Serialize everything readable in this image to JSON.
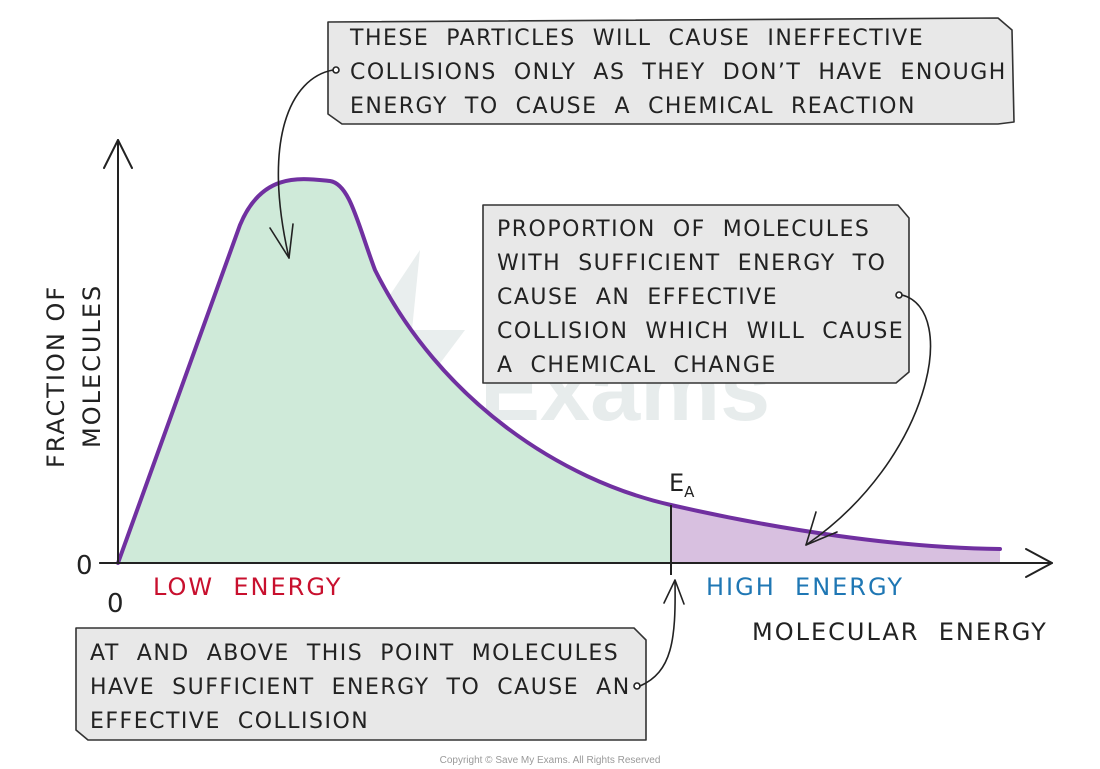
{
  "axes": {
    "y_label_line1": "FRACTION OF",
    "y_label_line2": "MOLECULES",
    "x_label": "MOLECULAR  ENERGY",
    "y_zero": "0",
    "x_zero": "0"
  },
  "threshold": {
    "label_main": "E",
    "label_sub": "A"
  },
  "regions": {
    "low_label": "LOW  ENERGY",
    "high_label": "HIGH  ENERGY",
    "low_color": "#cfead9",
    "high_color": "#d8c0e0",
    "curve_color": "#7030a0",
    "low_text_color": "#c8102e",
    "high_text_color": "#1f77b4"
  },
  "callouts": {
    "top": {
      "lines": [
        "THESE  PARTICLES  WILL  CAUSE  INEFFECTIVE",
        "COLLISIONS  ONLY  AS  THEY  DON’T  HAVE  ENOUGH",
        "ENERGY  TO  CAUSE  A  CHEMICAL  REACTION"
      ]
    },
    "right": {
      "lines": [
        "PROPORTION  OF  MOLECULES",
        "WITH  SUFFICIENT  ENERGY  TO",
        "CAUSE  AN  EFFECTIVE",
        "COLLISION  WHICH  WILL  CAUSE",
        "A  CHEMICAL  CHANGE"
      ]
    },
    "bottom": {
      "lines": [
        "AT  AND  ABOVE  THIS  POINT  MOLECULES",
        "HAVE  SUFFICIENT  ENERGY  TO  CAUSE  AN",
        "EFFECTIVE  COLLISION"
      ]
    }
  },
  "watermark": "Exams",
  "copyright": "Copyright © Save My Exams. All Rights Reserved"
}
